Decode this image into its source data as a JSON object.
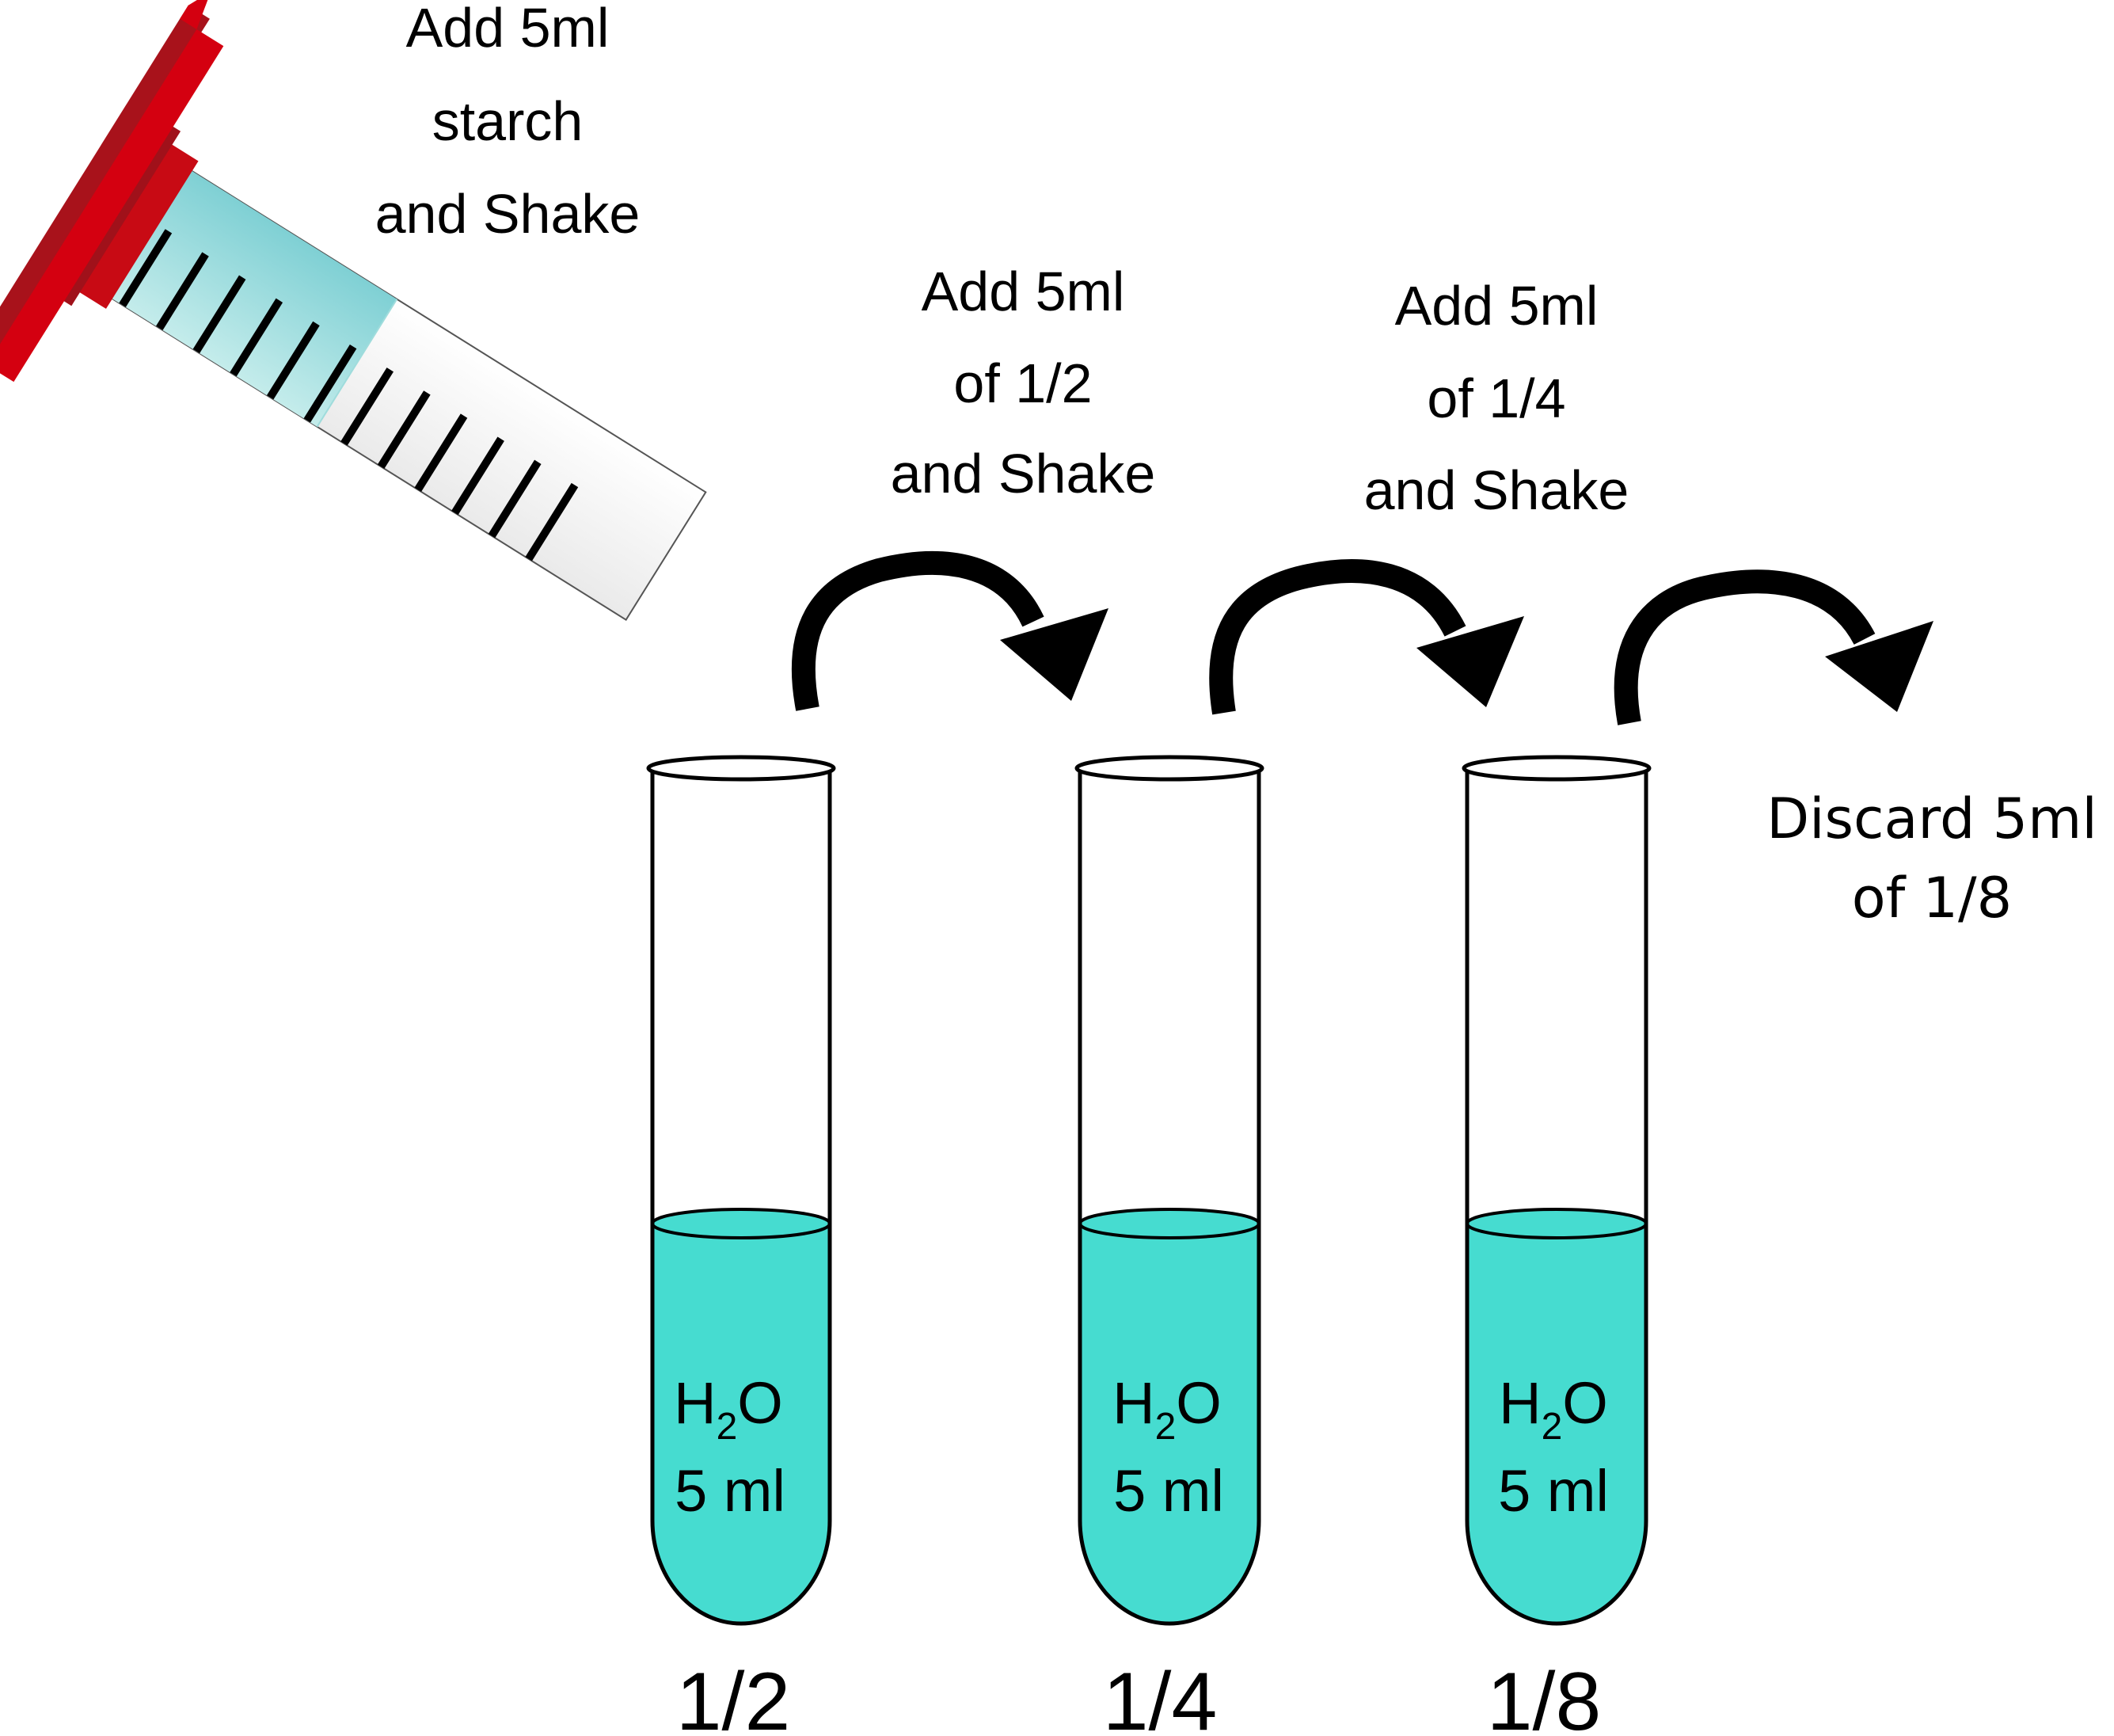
{
  "step_labels": {
    "syringe": [
      "Add 5ml",
      "starch",
      "and Shake"
    ],
    "step2": [
      "Add 5ml",
      "of 1/2",
      "and Shake"
    ],
    "step3": [
      "Add 5ml",
      "of 1/4",
      "and Shake"
    ],
    "discard": [
      "Discard 5ml",
      "of 1/8"
    ]
  },
  "tubes": [
    {
      "formula_main": "H",
      "formula_sub": "2",
      "formula_end": "O",
      "volume": "5 ml",
      "dilution": "1/2"
    },
    {
      "formula_main": "H",
      "formula_sub": "2",
      "formula_end": "O",
      "volume": "5 ml",
      "dilution": "1/4"
    },
    {
      "formula_main": "H",
      "formula_sub": "2",
      "formula_end": "O",
      "volume": "5 ml",
      "dilution": "1/8"
    }
  ],
  "colors": {
    "liquid": "#46dcd0",
    "syringe_liquid": "#8fd3d6",
    "cap_red": "#d40010",
    "cap_dark": "#a0111a",
    "barrel": "#f4f4f4"
  }
}
